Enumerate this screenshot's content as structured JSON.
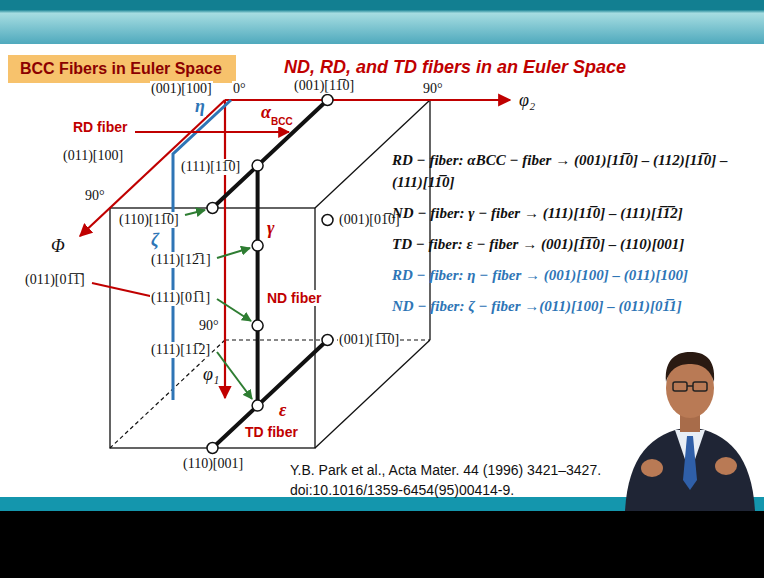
{
  "diagram": {
    "title": "ND, RD, and TD fibers in an Euler Space",
    "nodes": [
      {
        "text": [
          "BCC Fibers in Euler Space"
        ]
      }
    ],
    "labels": [
      "(001)[100]",
      "0°",
      "(001)[11̅0]",
      "90°",
      "φ₂",
      "RD fiber",
      "η",
      "α",
      "BCC",
      "(111)[11̅0]",
      "(011)[100]",
      "90°",
      "(110)[11̅0]",
      "Φ",
      "γ",
      "(011)[01̅1̅]",
      "ζ",
      "(111)[12̅1]",
      "(001)[01̅0]",
      "(111)[01̅1]",
      "ND fiber",
      "(111)[11̅2]",
      "90°",
      "(001)[1̅1̅0]",
      "φ₁",
      "ε",
      "TD fiber",
      "(110)[001]",
      "RD − fiber:  αBCC − fiber → (001)[11̅0] – (112)[11̅0] – (111)[11̅0]",
      "ND − fiber: γ − fiber → (111)[11̅0] – (111)[1̅1̅2]",
      "TD − fiber: ε − fiber → (001)[1̅1̅0] – (110)[001]",
      "RD − fiber: η − fiber → (001)[100] – (011)[100]",
      "ND − fiber: ζ − fiber →(011)[100] – (011)[01̅1]",
      "Y.B. Park et al., Acta Mater. 44 (1996) 3421–3427.",
      "doi:10.1016/1359-6454(95)00414-9."
    ]
  }
}
